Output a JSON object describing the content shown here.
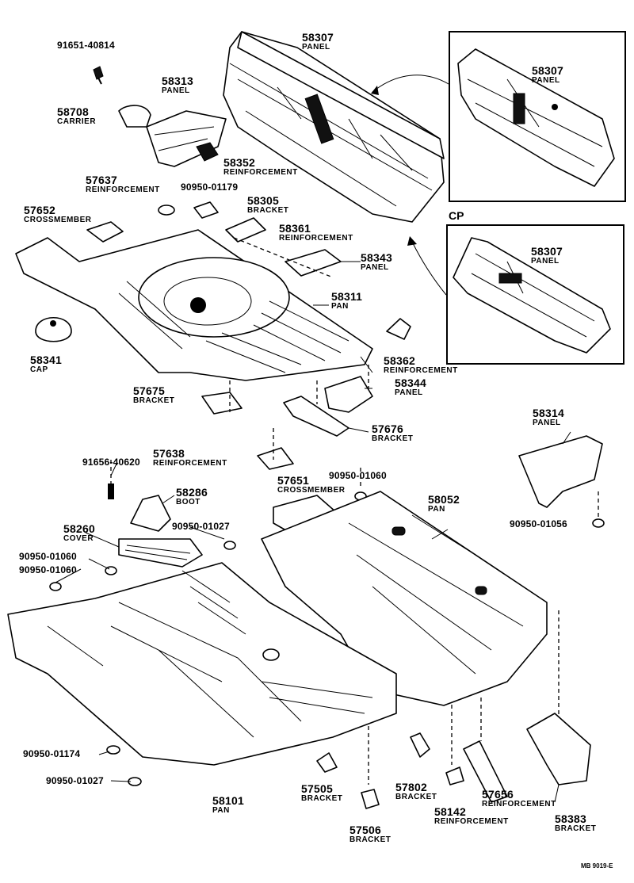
{
  "labels": [
    {
      "id": "lbl-91651-40814",
      "num": "91651-40814",
      "name": ""
    },
    {
      "id": "lbl-58307-main",
      "num": "58307",
      "name": "PANEL"
    },
    {
      "id": "lbl-58313",
      "num": "58313",
      "name": "PANEL"
    },
    {
      "id": "lbl-58708",
      "num": "58708",
      "name": "CARRIER"
    },
    {
      "id": "lbl-58352",
      "num": "58352",
      "name": "REINFORCEMENT"
    },
    {
      "id": "lbl-57637",
      "num": "57637",
      "name": "REINFORCEMENT"
    },
    {
      "id": "lbl-90950-01179",
      "num": "90950-01179",
      "name": ""
    },
    {
      "id": "lbl-58305",
      "num": "58305",
      "name": "BRACKET"
    },
    {
      "id": "lbl-57652",
      "num": "57652",
      "name": "CROSSMEMBER"
    },
    {
      "id": "lbl-58361",
      "num": "58361",
      "name": "REINFORCEMENT"
    },
    {
      "id": "lbl-58343",
      "num": "58343",
      "name": "PANEL"
    },
    {
      "id": "lbl-58311",
      "num": "58311",
      "name": "PAN"
    },
    {
      "id": "lbl-58341",
      "num": "58341",
      "name": "CAP"
    },
    {
      "id": "lbl-58362",
      "num": "58362",
      "name": "REINFORCEMENT"
    },
    {
      "id": "lbl-57675",
      "num": "57675",
      "name": "BRACKET"
    },
    {
      "id": "lbl-58344",
      "num": "58344",
      "name": "PANEL"
    },
    {
      "id": "lbl-57676",
      "num": "57676",
      "name": "BRACKET"
    },
    {
      "id": "lbl-58314",
      "num": "58314",
      "name": "PANEL"
    },
    {
      "id": "lbl-91656-40620",
      "num": "91656-40620",
      "name": ""
    },
    {
      "id": "lbl-57638",
      "num": "57638",
      "name": "REINFORCEMENT"
    },
    {
      "id": "lbl-58286",
      "num": "58286",
      "name": "BOOT"
    },
    {
      "id": "lbl-57651",
      "num": "57651",
      "name": "CROSSMEMBER"
    },
    {
      "id": "lbl-90950-01060-a",
      "num": "90950-01060",
      "name": ""
    },
    {
      "id": "lbl-58052",
      "num": "58052",
      "name": "PAN"
    },
    {
      "id": "lbl-90950-01056",
      "num": "90950-01056",
      "name": ""
    },
    {
      "id": "lbl-58260",
      "num": "58260",
      "name": "COVER"
    },
    {
      "id": "lbl-90950-01027-a",
      "num": "90950-01027",
      "name": ""
    },
    {
      "id": "lbl-90950-01060-b",
      "num": "90950-01060",
      "name": ""
    },
    {
      "id": "lbl-90950-01060-c",
      "num": "90950-01060",
      "name": ""
    },
    {
      "id": "lbl-90950-01174",
      "num": "90950-01174",
      "name": ""
    },
    {
      "id": "lbl-90950-01027-b",
      "num": "90950-01027",
      "name": ""
    },
    {
      "id": "lbl-58101",
      "num": "58101",
      "name": "PAN"
    },
    {
      "id": "lbl-57505",
      "num": "57505",
      "name": "BRACKET"
    },
    {
      "id": "lbl-57506",
      "num": "57506",
      "name": "BRACKET"
    },
    {
      "id": "lbl-57802",
      "num": "57802",
      "name": "BRACKET"
    },
    {
      "id": "lbl-58142",
      "num": "58142",
      "name": "REINFORCEMENT"
    },
    {
      "id": "lbl-57656",
      "num": "57656",
      "name": "REINFORCEMENT"
    },
    {
      "id": "lbl-58383",
      "num": "58383",
      "name": "BRACKET"
    },
    {
      "id": "lbl-58307-inset-top",
      "num": "58307",
      "name": "PANEL"
    },
    {
      "id": "lbl-58307-inset-cp",
      "num": "58307",
      "name": "PANEL"
    }
  ],
  "inset_tag": "CP",
  "drawing_code": "MB 9019-E"
}
